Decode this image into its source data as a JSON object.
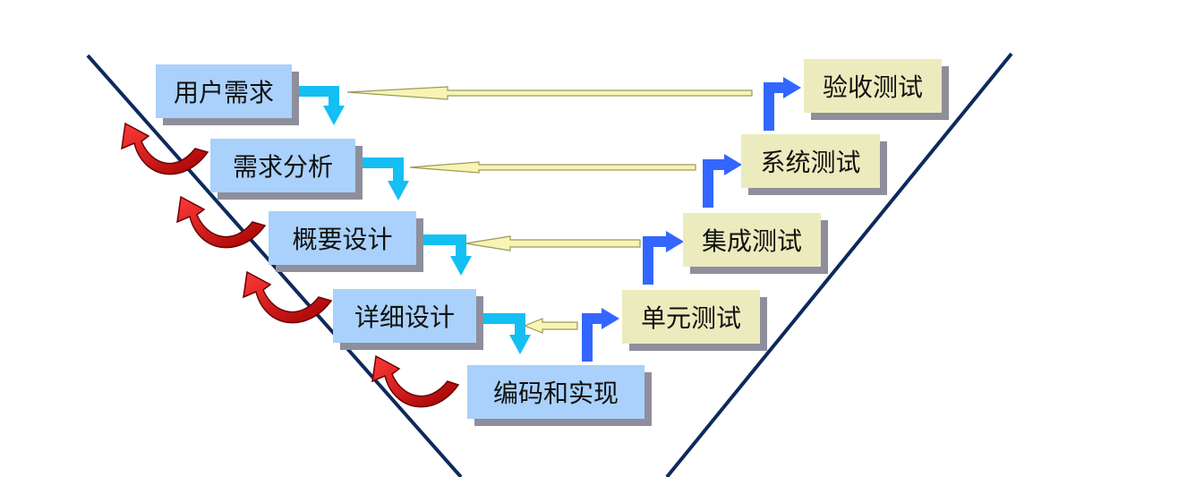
{
  "diagram": {
    "development_phases": [
      {
        "label": "用户需求"
      },
      {
        "label": "需求分析"
      },
      {
        "label": "概要设计"
      },
      {
        "label": "详细设计"
      },
      {
        "label": "编码和实现"
      }
    ],
    "testing_phases": [
      {
        "label": "验收测试"
      },
      {
        "label": "系统测试"
      },
      {
        "label": "集成测试"
      },
      {
        "label": "单元测试"
      }
    ],
    "colors": {
      "dev_box": "#a9d1fb",
      "test_box": "#ecebbd",
      "v_line": "#0d2a5c",
      "dev_arrow": "#13bff3",
      "test_arrow": "#3366ff",
      "feedback_arrow": "#cc0000",
      "link_arrow_fill": "#f7f4b4",
      "shadow": "#8e8e9c"
    }
  }
}
